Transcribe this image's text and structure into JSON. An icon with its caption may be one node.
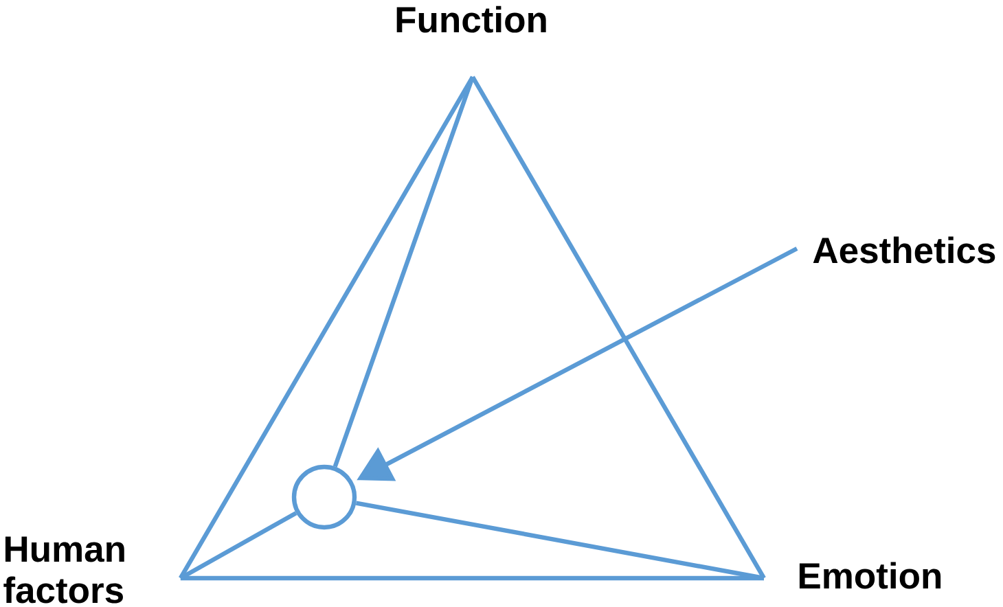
{
  "diagram": {
    "nodes": [
      {
        "text": [
          "Function"
        ]
      },
      {
        "text": [
          "Aesthetics"
        ]
      },
      {
        "text": [],
        "shape": "circle"
      },
      {
        "text": [
          "Human factors"
        ]
      },
      {
        "text": [
          "Emotion"
        ]
      }
    ],
    "edges": [
      {
        "from": 0,
        "to": 3,
        "arrow": "none"
      },
      {
        "from": 3,
        "to": 4,
        "arrow": "none"
      },
      {
        "from": 4,
        "to": 0,
        "arrow": "none"
      },
      {
        "from": 2,
        "to": 0,
        "arrow": "none"
      },
      {
        "from": 2,
        "to": 3,
        "arrow": "none"
      },
      {
        "from": 2,
        "to": 4,
        "arrow": "none"
      },
      {
        "from": 1,
        "to": 2,
        "arrow": "to"
      }
    ]
  }
}
